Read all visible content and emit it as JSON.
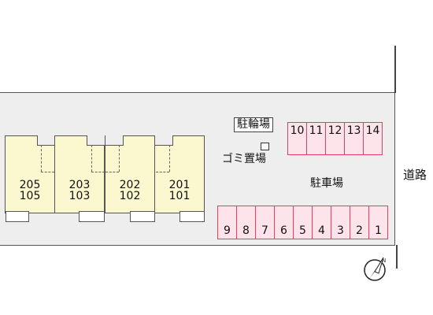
{
  "map": {
    "buildings": [
      {
        "upper": "205",
        "lower": "105"
      },
      {
        "upper": "203",
        "lower": "103"
      },
      {
        "upper": "202",
        "lower": "102"
      },
      {
        "upper": "201",
        "lower": "101"
      }
    ],
    "parking_label": "駐車場",
    "bike_parking_label": "駐輪場",
    "trash_label": "ゴミ置場",
    "road_label": "道路",
    "parking_spaces_bottom": [
      "9",
      "8",
      "7",
      "6",
      "5",
      "4",
      "3",
      "2",
      "1"
    ],
    "parking_spaces_top": [
      "10",
      "11",
      "12",
      "13",
      "14"
    ],
    "compass_icon": "north-arrow-icon",
    "colors": {
      "building_fill": "#fbf8cf",
      "parking_fill": "#fde3ea",
      "parking_border": "#e2405e",
      "site_fill": "#eeeeee"
    }
  }
}
